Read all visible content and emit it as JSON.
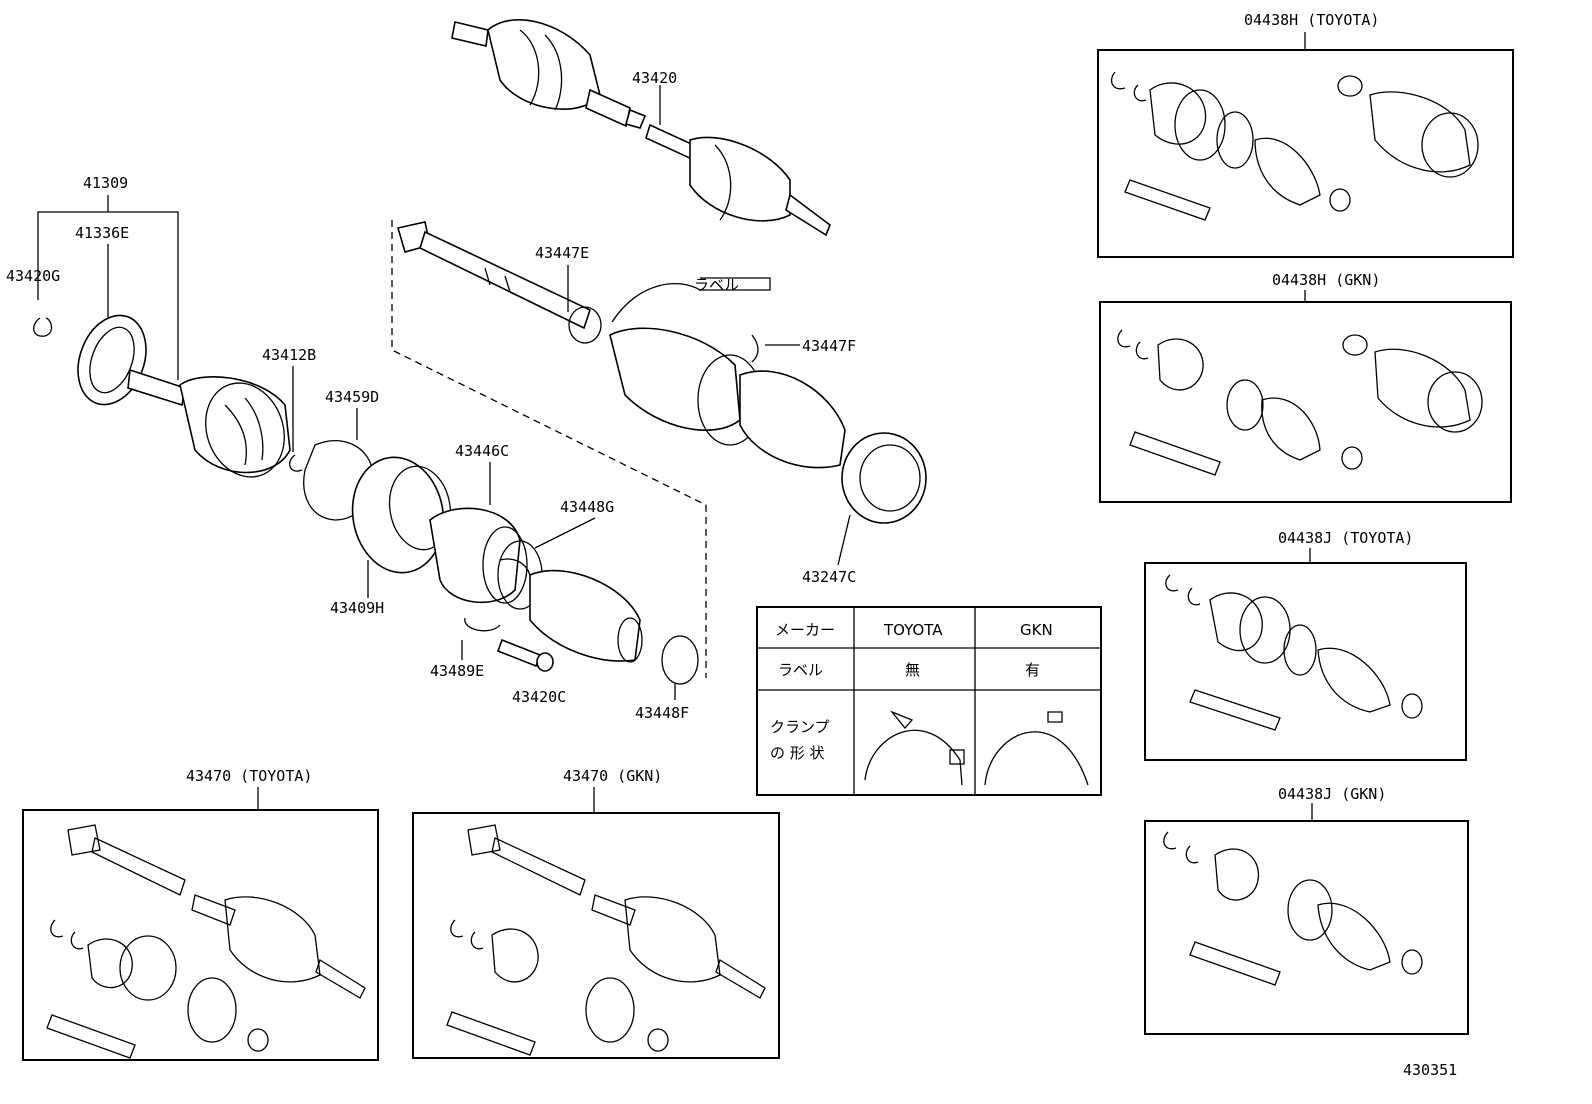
{
  "labels": {
    "p43420": "43420",
    "p41309": "41309",
    "p41336E": "41336E",
    "p43420G": "43420G",
    "p43412B": "43412B",
    "p43459D": "43459D",
    "p43446C": "43446C",
    "p43448G": "43448G",
    "p43409H": "43409H",
    "p43489E": "43489E",
    "p43420C": "43420C",
    "p43448F": "43448F",
    "p43447E": "43447E",
    "p43447F": "43447F",
    "p43247C": "43247C",
    "label_tag": "ラベル",
    "k04438H_T": "04438H (TOYOTA)",
    "k04438H_G": "04438H (GKN)",
    "k04438J_T": "04438J (TOYOTA)",
    "k04438J_G": "04438J (GKN)",
    "k43470_T": "43470 (TOYOTA)",
    "k43470_G": "43470 (GKN)",
    "diagram_number": "430351"
  },
  "table": {
    "header_maker": "メーカー",
    "col_toyota": "TOYOTA",
    "col_gkn": "GKN",
    "row_label": "ラベル",
    "label_toyota": "無",
    "label_gkn": "有",
    "clamp_line1": "クランプ",
    "clamp_line2": "の 形 状"
  }
}
